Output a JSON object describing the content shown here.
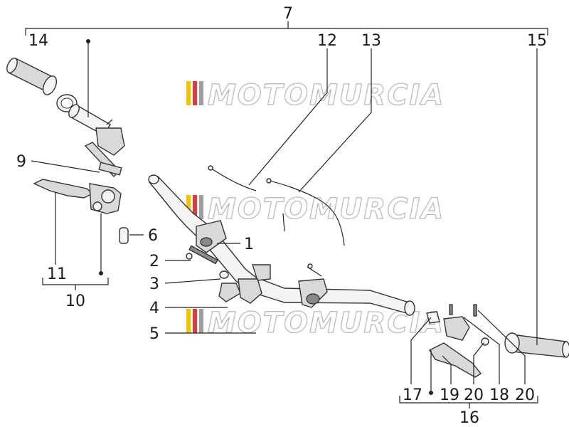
{
  "watermark": "MOTOMURCIA",
  "watermark_colors": [
    "#f2c400",
    "#e53935",
    "#9e9e9e"
  ],
  "callouts": {
    "c1": "1",
    "c2": "2",
    "c3": "3",
    "c4": "4",
    "c5": "5",
    "c6": "6",
    "c7": "7",
    "c9": "9",
    "c10": "10",
    "c11": "11",
    "c12": "12",
    "c13": "13",
    "c14": "14",
    "c15": "15",
    "c16": "16",
    "c17": "17",
    "c18": "18",
    "c19": "19",
    "c20a": "20",
    "c20b": "20"
  }
}
